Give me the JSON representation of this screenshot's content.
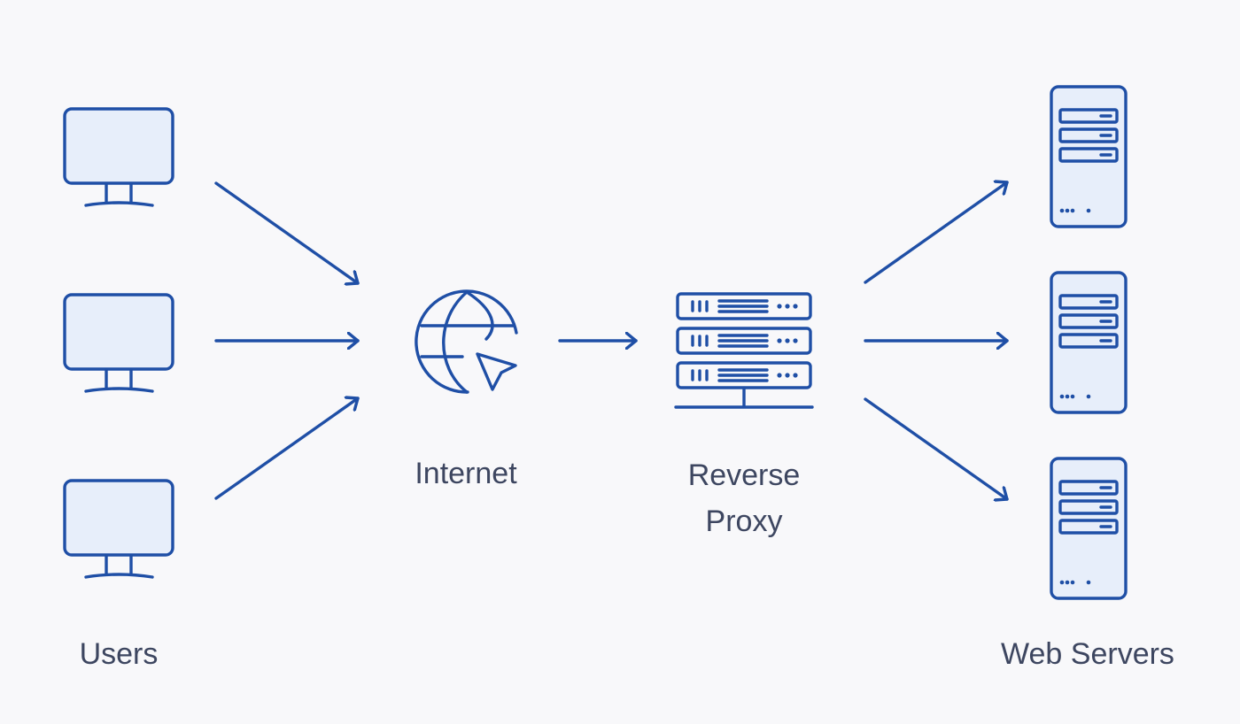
{
  "labels": {
    "users": "Users",
    "internet": "Internet",
    "reverse_proxy_line1": "Reverse",
    "reverse_proxy_line2": "Proxy",
    "web_servers": "Web Servers"
  },
  "nodes": {
    "users": {
      "count": 3,
      "icon": "monitor-icon"
    },
    "internet": {
      "icon": "globe-cursor-icon"
    },
    "reverse_proxy": {
      "icon": "server-rack-icon"
    },
    "web_servers": {
      "count": 3,
      "icon": "server-tower-icon"
    }
  },
  "edges": [
    {
      "from": "user-1",
      "to": "internet"
    },
    {
      "from": "user-2",
      "to": "internet"
    },
    {
      "from": "user-3",
      "to": "internet"
    },
    {
      "from": "internet",
      "to": "reverse-proxy"
    },
    {
      "from": "reverse-proxy",
      "to": "web-server-1"
    },
    {
      "from": "reverse-proxy",
      "to": "web-server-2"
    },
    {
      "from": "reverse-proxy",
      "to": "web-server-3"
    }
  ],
  "colors": {
    "stroke": "#1f4fa6",
    "icon_fill": "#e7eefa",
    "label": "#3d4660",
    "background": "#f8f8fa"
  }
}
